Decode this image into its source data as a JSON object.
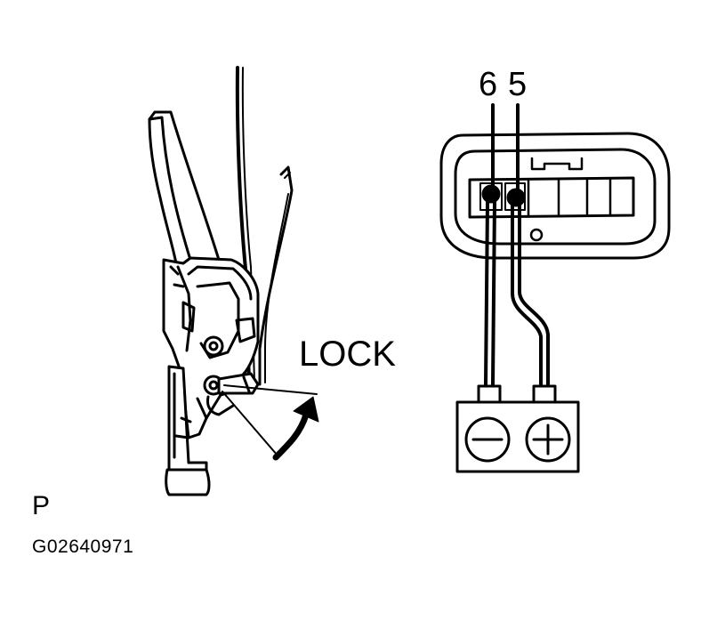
{
  "labels": {
    "lock": "LOCK",
    "terminal_6": "6",
    "terminal_5": "5",
    "view": "P",
    "figure_code": "G02640971"
  },
  "colors": {
    "ink": "#000000",
    "paper": "#ffffff"
  },
  "battery": {
    "negative_symbol": "minus-sign",
    "positive_symbol": "plus-sign"
  }
}
